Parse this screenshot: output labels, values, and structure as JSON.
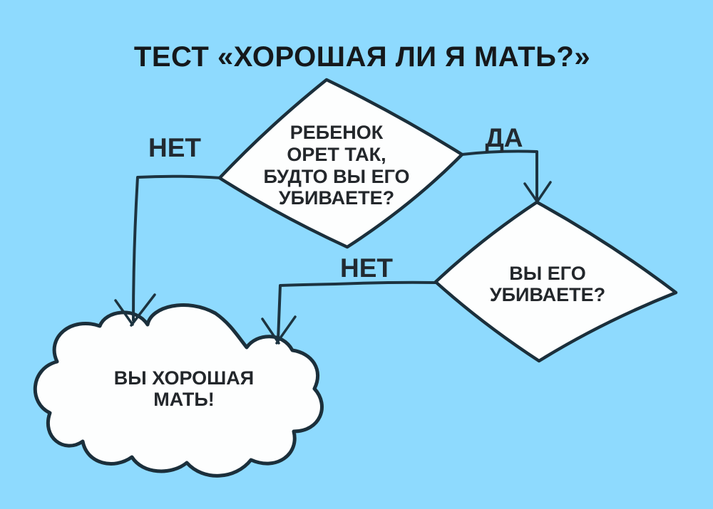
{
  "palette": {
    "background": "#8EDAFE",
    "shape_fill": "#FDFEFE",
    "outline": "#1B2F3B",
    "arrow": "#1C3340",
    "title_text": "#15181B",
    "node_text": "#23272B"
  },
  "title": "ТЕСТ  «ХОРОШАЯ ЛИ Я МАТЬ?»",
  "flowchart": {
    "question1": {
      "lines": [
        "РЕБЕНОК",
        "ОРЕТ ТАК,",
        "БУДТО ВЫ ЕГО",
        "УБИВАЕТЕ?"
      ]
    },
    "question2": {
      "lines": [
        "ВЫ ЕГО",
        "УБИВАЕТЕ?"
      ]
    },
    "result": {
      "lines": [
        "ВЫ ХОРОШАЯ",
        "МАТЬ!"
      ]
    },
    "labels": {
      "no_left": "НЕТ",
      "yes": "ДА",
      "no_middle": "НЕТ"
    }
  }
}
